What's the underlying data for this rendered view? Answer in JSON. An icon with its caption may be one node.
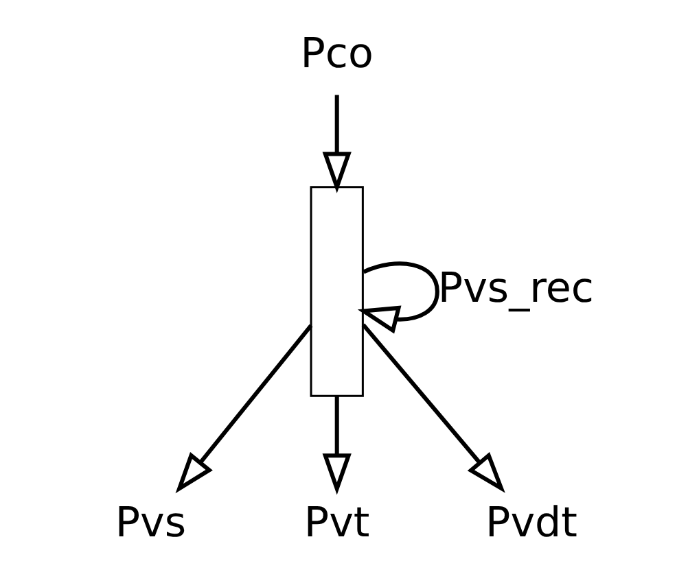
{
  "diagram": {
    "nodes": [
      {
        "text": [
          "Pco"
        ]
      },
      {
        "text": [],
        "shape": "bar"
      },
      {
        "text": [
          "Pvs"
        ]
      },
      {
        "text": [
          "Pvt"
        ]
      },
      {
        "text": [
          "Pvdt"
        ]
      }
    ],
    "edges": [
      {
        "from": 0,
        "to": 1,
        "arrow": "to"
      },
      {
        "from": 1,
        "to": 2,
        "arrow": "to"
      },
      {
        "from": 1,
        "to": 3,
        "arrow": "to"
      },
      {
        "from": 1,
        "to": 4,
        "arrow": "to"
      },
      {
        "from": 1,
        "to": 1,
        "arrow": "to",
        "label": "Pvs_rec"
      }
    ]
  }
}
